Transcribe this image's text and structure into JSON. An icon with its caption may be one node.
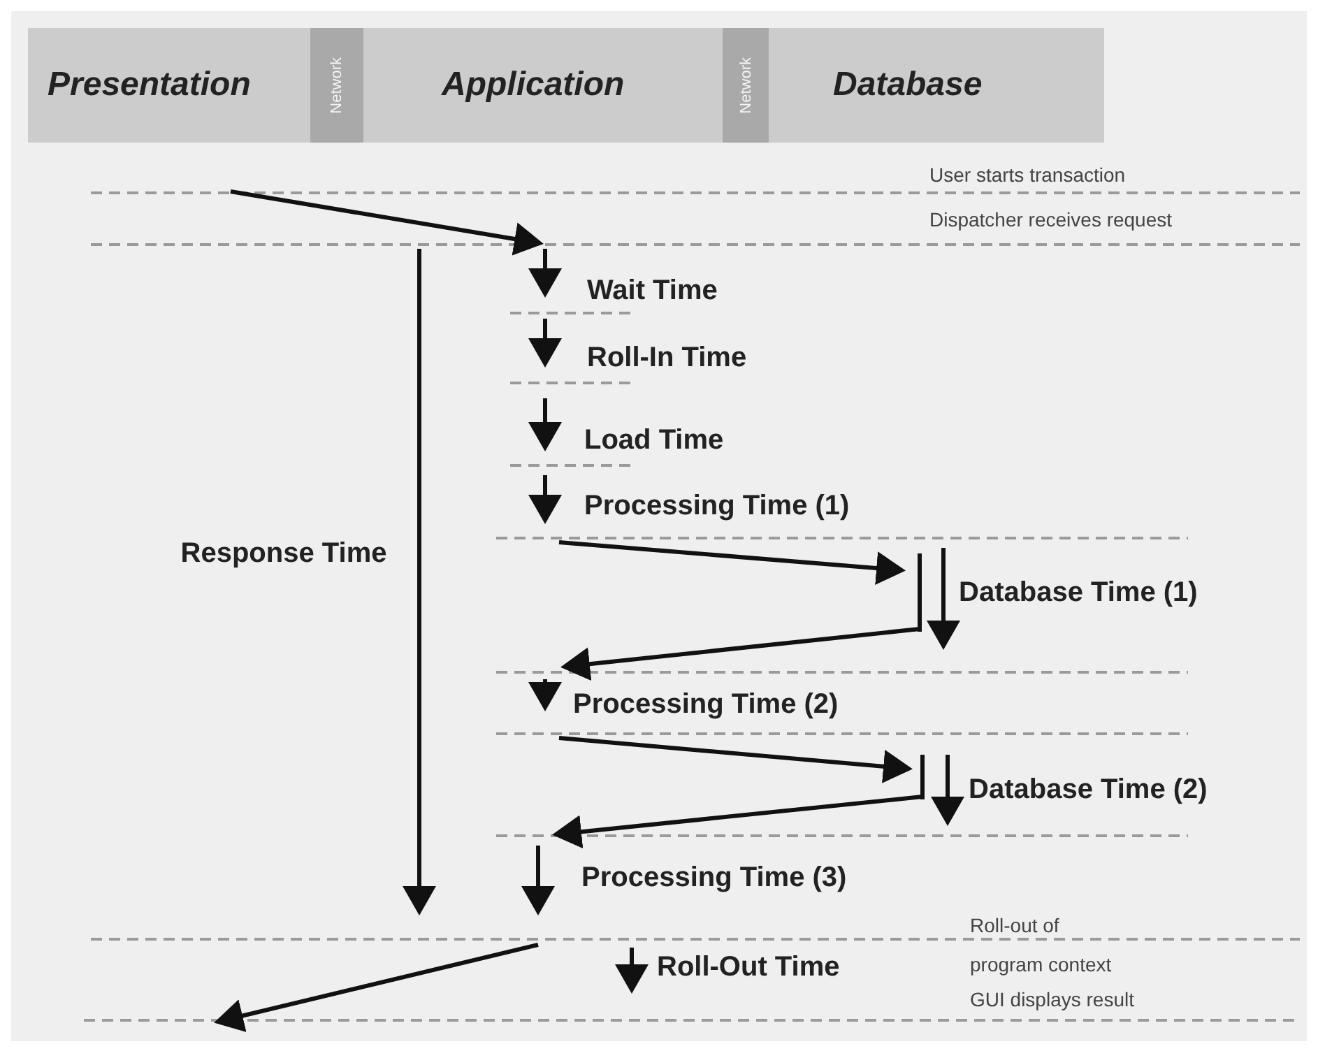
{
  "diagram": {
    "nodes": [
      {
        "text": [
          "Presentation"
        ]
      },
      {
        "text": [
          "Network"
        ]
      },
      {
        "text": [
          "Application"
        ]
      },
      {
        "text": [
          "Network"
        ]
      },
      {
        "text": [
          "Database"
        ]
      }
    ],
    "labels": [
      "User starts transaction",
      "Dispatcher receives request",
      "Wait Time",
      "Roll-In Time",
      "Load Time",
      "Processing Time (1)",
      "Response Time",
      "Database Time (1)",
      "Processing Time (2)",
      "Database Time (2)",
      "Processing Time (3)",
      "Roll-out of program context",
      "Roll-Out Time",
      "GUI displays result"
    ]
  }
}
